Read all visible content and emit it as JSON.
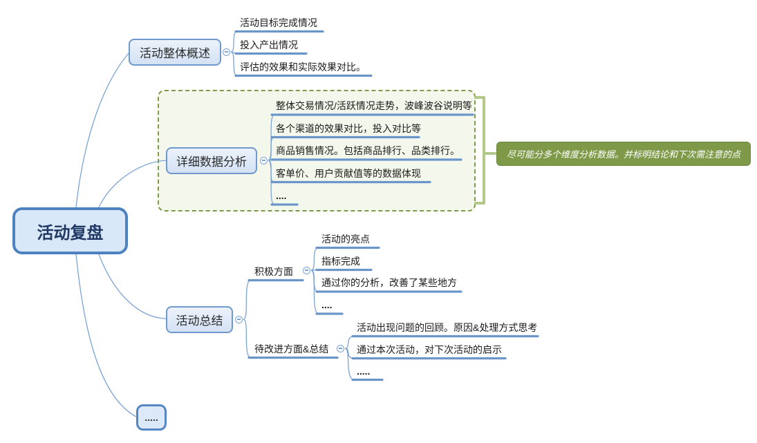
{
  "root": {
    "label": "活动复盘"
  },
  "branches": [
    {
      "label": "活动整体概述",
      "children": [
        {
          "label": "活动目标完成情况"
        },
        {
          "label": "投入产出情况"
        },
        {
          "label": "评估的效果和实际效果对比。"
        }
      ]
    },
    {
      "label": "详细数据分析",
      "callout": "尽可能分多个维度分析数据。并标明结论和下次需注意的点",
      "children": [
        {
          "label": "整体交易情况/活跃情况走势，波峰波谷说明等"
        },
        {
          "label": "各个渠道的效果对比，投入对比等"
        },
        {
          "label": "商品销售情况。包括商品排行、品类排行。"
        },
        {
          "label": "客单价、用户贡献值等的数据体现"
        },
        {
          "label": "...."
        }
      ]
    },
    {
      "label": "活动总结",
      "children": [
        {
          "label": "积极方面",
          "children": [
            {
              "label": "活动的亮点"
            },
            {
              "label": "指标完成"
            },
            {
              "label": "通过你的分析，改善了某些地方"
            },
            {
              "label": "...."
            }
          ]
        },
        {
          "label": "待改进方面&总结",
          "children": [
            {
              "label": "活动出现问题的回顾。原因&处理方式思考"
            },
            {
              "label": "通过本次活动，对下次活动的启示"
            },
            {
              "label": "....."
            }
          ]
        }
      ]
    },
    {
      "label": "....."
    }
  ],
  "colors": {
    "node_border": "#6f98cc",
    "root_border": "#4e81bf",
    "branch_line": "#6b96ca",
    "connector": "#7ba3d4",
    "boundary_border": "#7f9a48",
    "boundary_fill": "#f4f8ec",
    "callout_fill": "#7e9a49",
    "bracket": "#b3c88b"
  }
}
